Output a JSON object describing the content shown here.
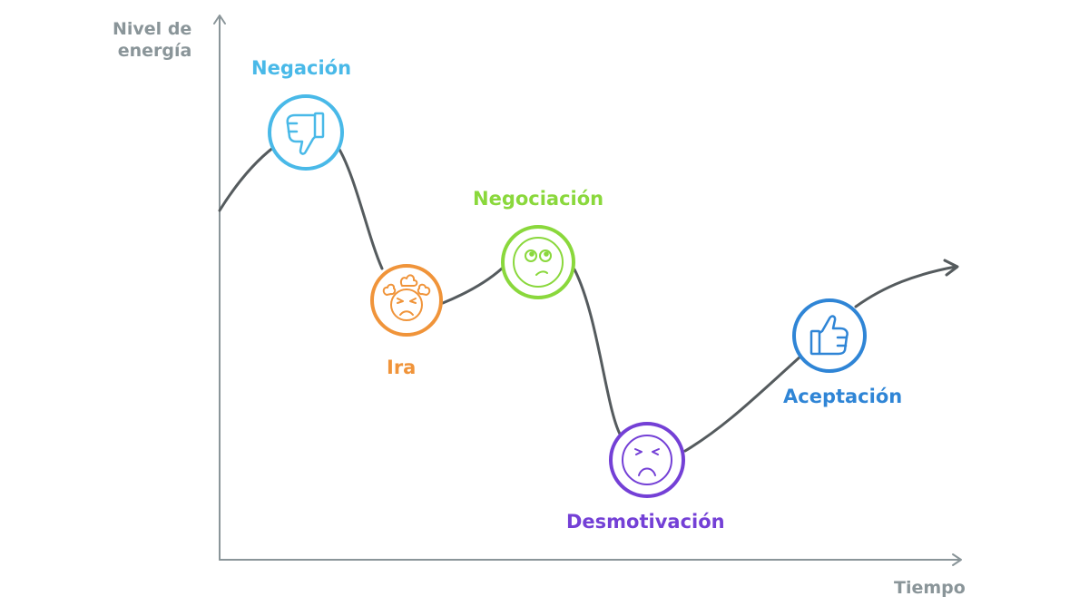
{
  "axes": {
    "y_label_line1": "Nivel de",
    "y_label_line2": "energía",
    "x_label": "Tiempo"
  },
  "stages": [
    {
      "label": "Negación",
      "icon": "thumbs-down-icon",
      "color": "#49b9e8"
    },
    {
      "label": "Ira",
      "icon": "angry-face-icon",
      "color": "#f0943a"
    },
    {
      "label": "Negociación",
      "icon": "thinking-face-icon",
      "color": "#8ad83c"
    },
    {
      "label": "Desmotivación",
      "icon": "worried-face-icon",
      "color": "#7440d6"
    },
    {
      "label": "Aceptación",
      "icon": "thumbs-up-icon",
      "color": "#2f85d6"
    }
  ],
  "colors": {
    "axis": "#8a9599",
    "curve": "#555b5e"
  }
}
